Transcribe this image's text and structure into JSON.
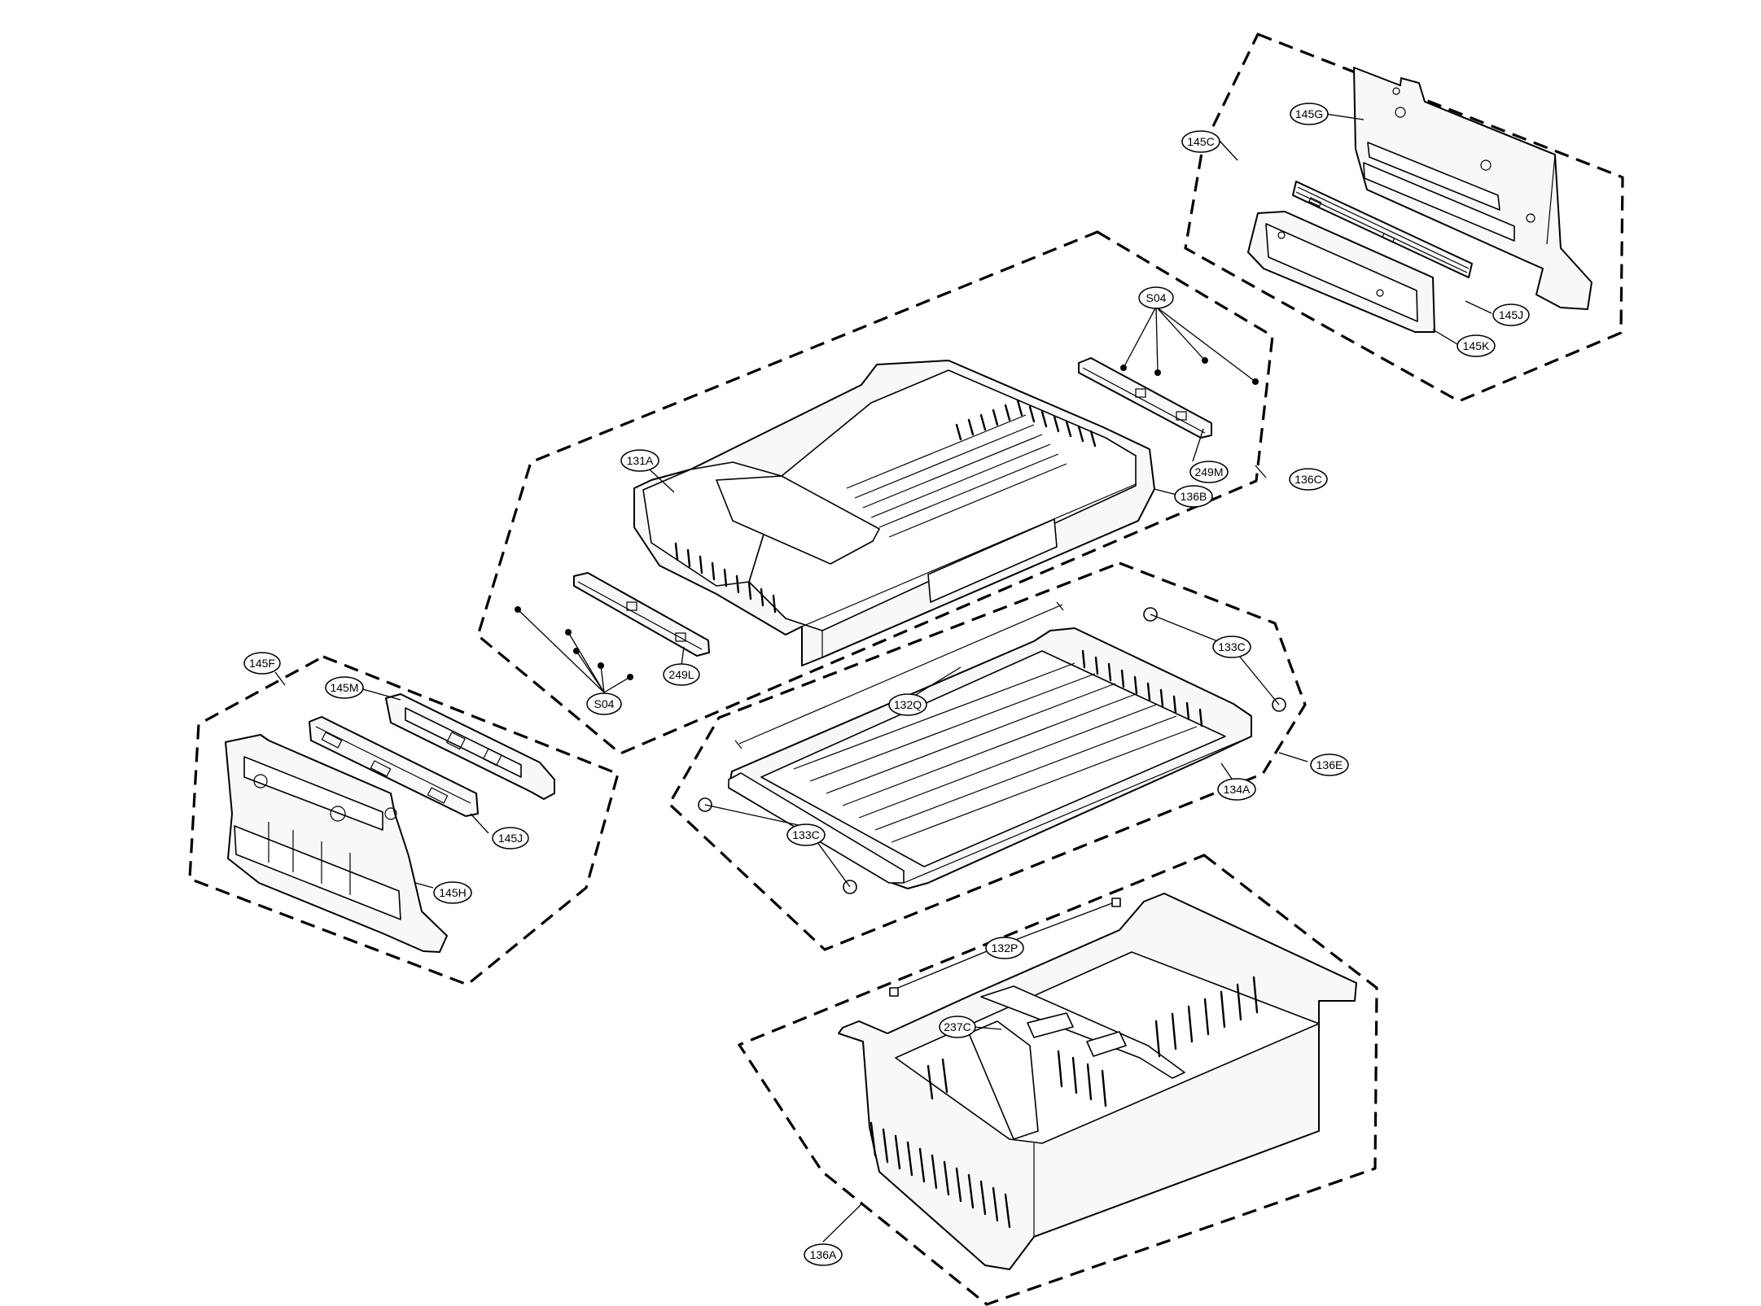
{
  "diagram": {
    "callouts": {
      "c145G": "145G",
      "c145C": "145C",
      "c145J_top": "145J",
      "c145K": "145K",
      "cS04_top": "S04",
      "c131A": "131A",
      "c136B": "136B",
      "c249M": "249M",
      "c136C": "136C",
      "c249L": "249L",
      "cS04_bottom": "S04",
      "c145F": "145F",
      "c145M": "145M",
      "c145J_left": "145J",
      "c145H": "145H",
      "c133C_top": "133C",
      "c132Q": "132Q",
      "c136E": "136E",
      "c134A": "134A",
      "c133C_bottom": "133C",
      "c132P": "132P",
      "c237C": "237C",
      "c136A": "136A"
    }
  }
}
